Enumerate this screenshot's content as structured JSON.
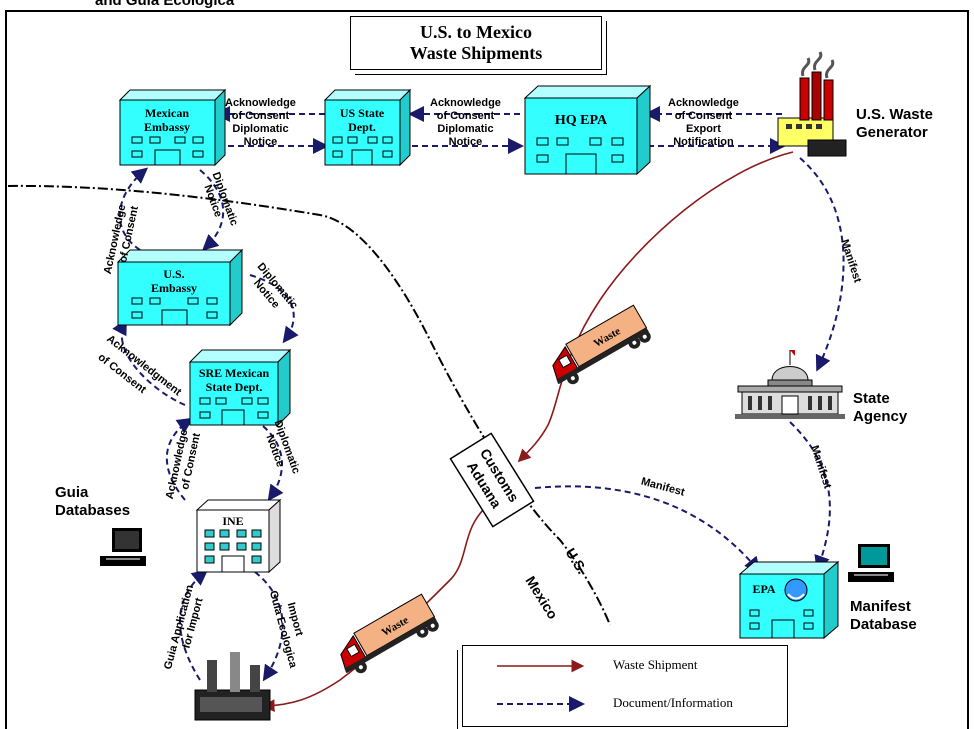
{
  "partial_title": "and Guia Ecologica",
  "title": {
    "line1": "U.S. to Mexico",
    "line2": "Waste Shipments"
  },
  "buildings": {
    "mexican_embassy": {
      "line1": "Mexican",
      "line2": "Embassy"
    },
    "us_state_dept": {
      "line1": "US State",
      "line2": "Dept."
    },
    "hq_epa": "HQ EPA",
    "us_embassy": {
      "line1": "U.S.",
      "line2": "Embassy"
    },
    "sre": {
      "line1": "SRE Mexican",
      "line2": "State Dept."
    },
    "ine": "INE",
    "epa": "EPA"
  },
  "labels": {
    "generator": {
      "line1": "U.S. Waste",
      "line2": "Generator"
    },
    "state_agency": {
      "line1": "State",
      "line2": "Agency"
    },
    "guia_db": {
      "line1": "Guia",
      "line2": "Databases"
    },
    "manifest_db": {
      "line1": "Manifest",
      "line2": "Database"
    },
    "customs": {
      "line1": "Customs",
      "line2": "Aduana"
    },
    "us": "U.S.",
    "mexico": "Mexico",
    "truck": "Waste"
  },
  "arrows": {
    "ack_top": "Acknowledge",
    "of_consent": "of Consent",
    "diplomatic": "Diplomatic",
    "notice": "Notice",
    "export": "Export",
    "notification": "Notification",
    "acknowledge": "Acknowledge",
    "acknowledgment": "Acknowledgment",
    "manifest": "Manifest",
    "guia_application": "Guia Application",
    "for_import": "for Import",
    "import": "Import",
    "guia_ecologica": "Guia Ecologica"
  },
  "legend": {
    "shipment": "Waste Shipment",
    "document": "Document/Information"
  },
  "colors": {
    "building": "#33ffff",
    "shipment": "#8b1a1a",
    "document": "#1a1a6b",
    "truck_cargo": "#f4b183",
    "truck_cab": "#cc0000",
    "ine_building": "#ffffff"
  }
}
